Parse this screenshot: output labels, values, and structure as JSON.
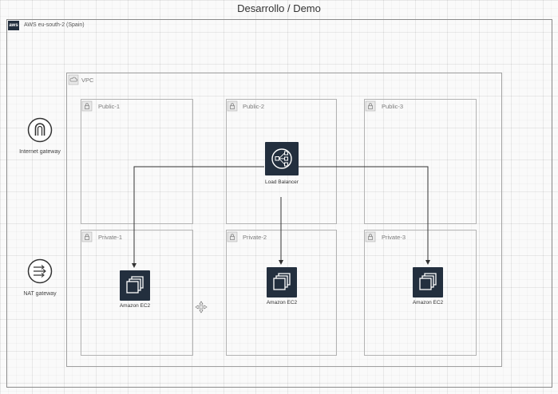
{
  "diagram": {
    "title": "Desarrollo / Demo",
    "cloud": {
      "badge": "aws",
      "label": "AWS eu-south-2 (Spain)"
    },
    "vpc": {
      "label": "VPC"
    },
    "subnets": {
      "public_1": "Public-1",
      "public_2": "Public-2",
      "public_3": "Public-3",
      "private_1": "Private-1",
      "private_2": "Private-2",
      "private_3": "Private-3"
    },
    "external": {
      "internet_gateway": "Internet gateway",
      "nat_gateway": "NAT gateway"
    },
    "load_balancer": {
      "label": "Load Balancer",
      "icon": "load-balancer-icon"
    },
    "instances": [
      {
        "label": "Amazon EC2",
        "icon": "ec2-icon"
      },
      {
        "label": "Amazon EC2",
        "icon": "ec2-icon"
      },
      {
        "label": "Amazon EC2",
        "icon": "ec2-icon"
      }
    ],
    "colors": {
      "service_bg": "#232f3e",
      "edge": "#333333",
      "container_border": "#9a9a9a"
    }
  }
}
